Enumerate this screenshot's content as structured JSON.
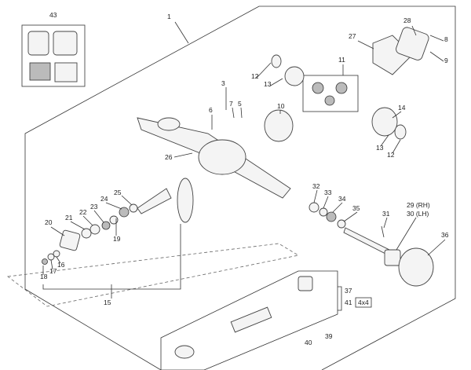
{
  "diagram": {
    "callouts": [
      "43",
      "1",
      "28",
      "8",
      "27",
      "9",
      "11",
      "12",
      "13",
      "3",
      "7",
      "5",
      "10",
      "6",
      "14",
      "13",
      "12",
      "26",
      "25",
      "24",
      "32",
      "33",
      "34",
      "35",
      "29 (RH)",
      "30 (LH)",
      "23",
      "22",
      "21",
      "31",
      "20",
      "36",
      "19",
      "18",
      "17",
      "16",
      "15",
      "37",
      "41",
      "4x4",
      "39",
      "40"
    ],
    "colors": {
      "line": "#333333",
      "background": "#ffffff"
    }
  }
}
